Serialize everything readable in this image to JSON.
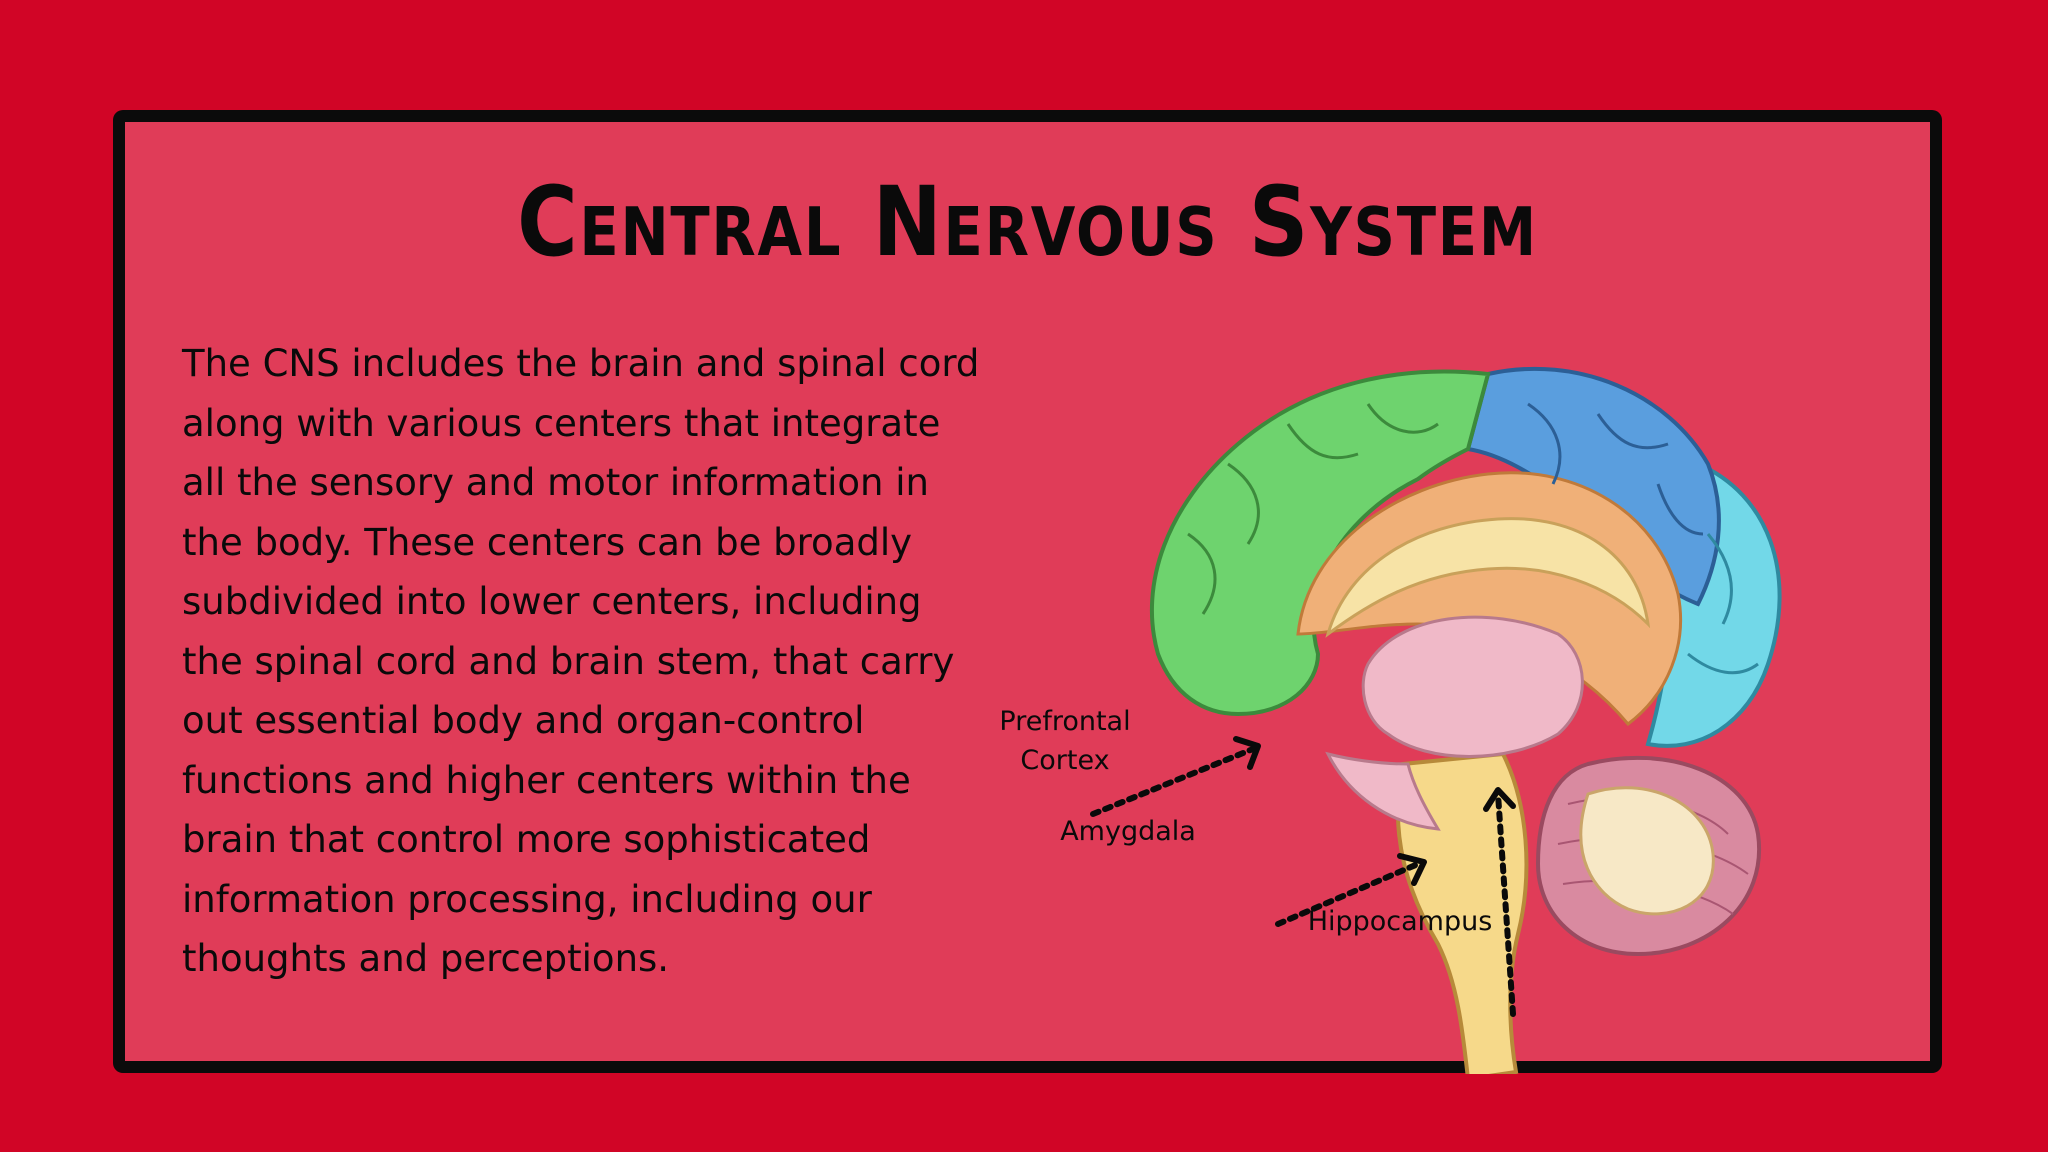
{
  "title": "Central Nervous System",
  "body_text": "The CNS includes the brain and spinal cord along with various centers that integrate all the sensory and motor information in the body. These centers can be broadly subdivided into lower centers, including the spinal cord and brain stem, that carry out essential body and organ-control functions and higher centers within the brain that control more sophisticated information processing, including our thoughts and perceptions.",
  "labels": {
    "prefrontal_cortex": "Prefrontal\nCortex",
    "amygdala": "Amygdala",
    "hippocampus": "Hippocampus"
  },
  "colors": {
    "background": "#d10526",
    "card": "#e03c58",
    "border": "#0b0b0b",
    "frontal_lobe": "#6ed36e",
    "parietal_lobe": "#5a9ede",
    "occipital_lobe": "#72d8e8",
    "brain_stem": "#f6d98a",
    "cerebellum": "#d98aa0"
  }
}
